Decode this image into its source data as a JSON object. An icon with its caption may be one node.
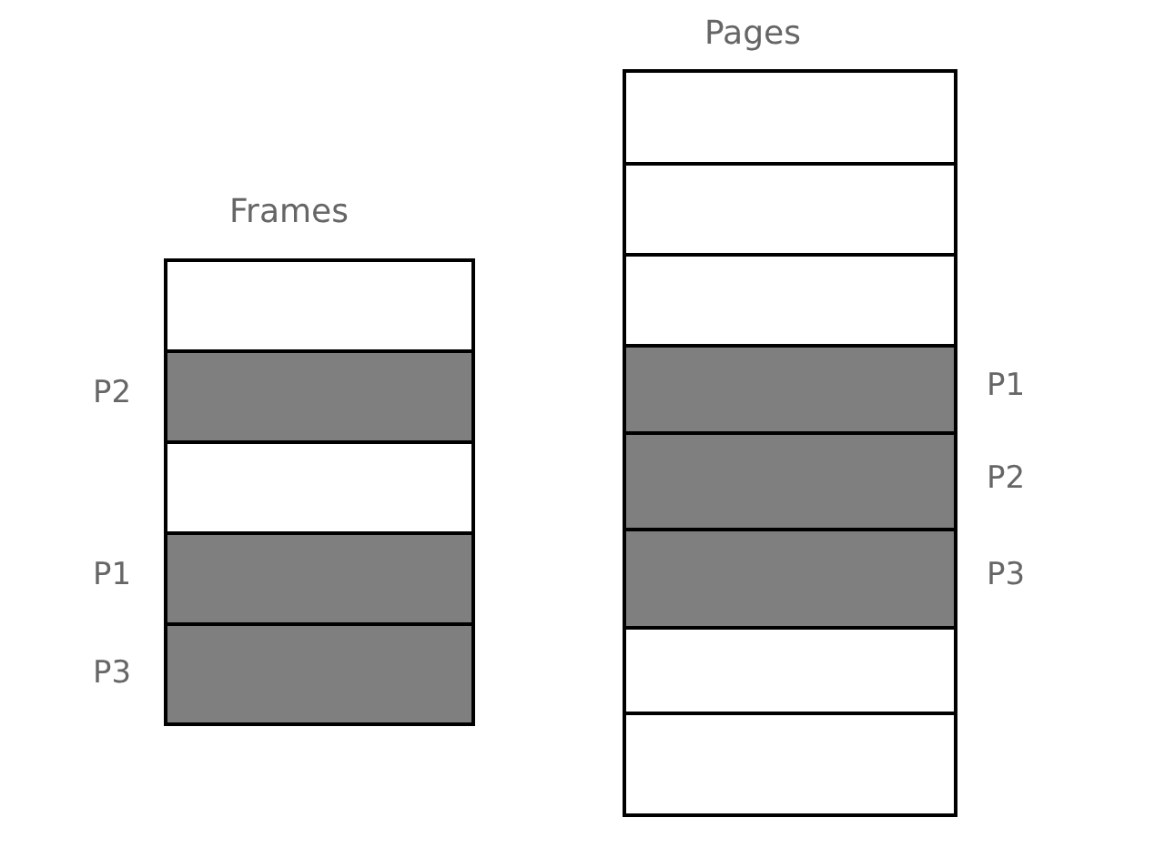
{
  "diagram": {
    "nodes": [
      {
        "text": [
          "Frames"
        ]
      },
      {
        "text": [],
        "shape": "box",
        "in": 0
      },
      {
        "text": [],
        "shape": "box",
        "in": 0,
        "beside": [
          "P2"
        ]
      },
      {
        "text": [],
        "shape": "box",
        "in": 0
      },
      {
        "text": [],
        "shape": "box",
        "in": 0,
        "beside": [
          "P1"
        ]
      },
      {
        "text": [],
        "shape": "box",
        "in": 0,
        "beside": [
          "P3"
        ]
      },
      {
        "text": [
          "Pages"
        ]
      },
      {
        "text": [],
        "shape": "box",
        "in": 6
      },
      {
        "text": [],
        "shape": "box",
        "in": 6
      },
      {
        "text": [],
        "shape": "box",
        "in": 6
      },
      {
        "text": [],
        "shape": "box",
        "in": 6,
        "beside": [
          "P1"
        ]
      },
      {
        "text": [],
        "shape": "box",
        "in": 6,
        "beside": [
          "P2"
        ]
      },
      {
        "text": [],
        "shape": "box",
        "in": 6,
        "beside": [
          "P3"
        ]
      },
      {
        "text": [],
        "shape": "box",
        "in": 6
      },
      {
        "text": [],
        "shape": "box",
        "in": 6
      }
    ]
  }
}
